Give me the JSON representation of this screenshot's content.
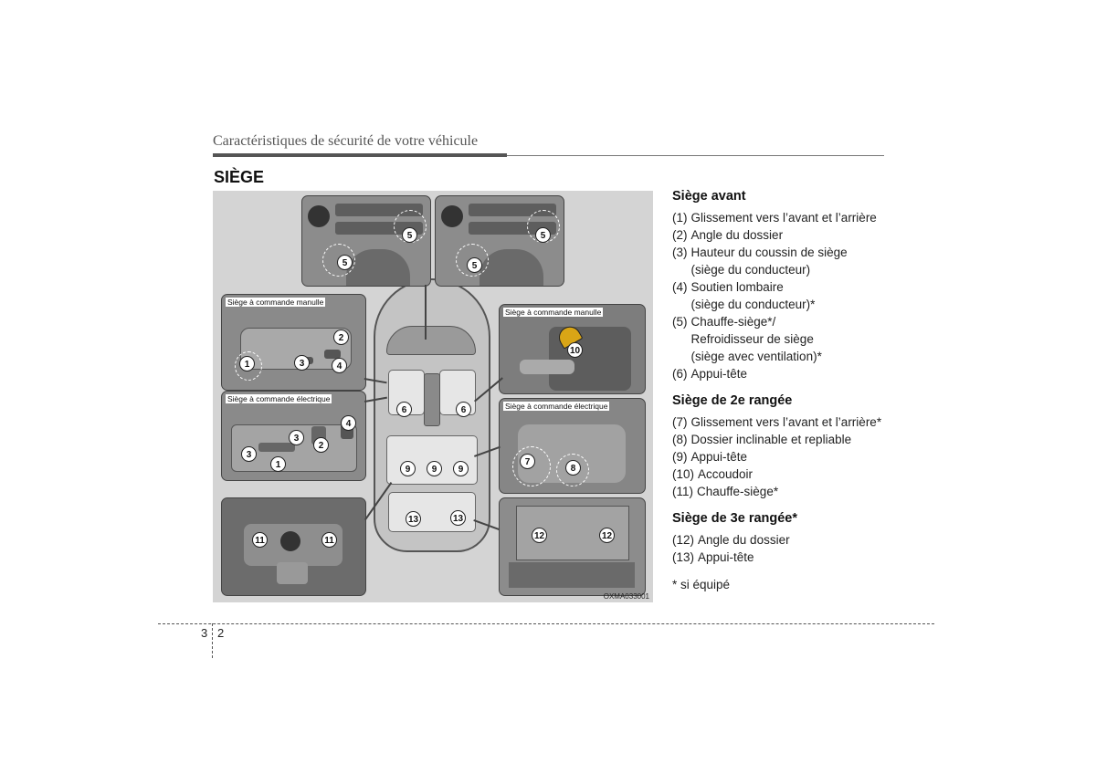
{
  "header": {
    "title": "Caractéristiques de sécurité de votre véhicule"
  },
  "section": {
    "title": "SIÈGE"
  },
  "figure": {
    "code": "OXMA033001",
    "labels": {
      "manual_left": "Siège à commande manulle",
      "electric_left": "Siège à commande électrique",
      "manual_right": "Siège à commande manulle",
      "electric_right": "Siège à commande électrique"
    },
    "callouts": [
      "1",
      "2",
      "3",
      "4",
      "5",
      "6",
      "7",
      "8",
      "9",
      "10",
      "11",
      "12",
      "13"
    ]
  },
  "groups": [
    {
      "heading": "Siège avant",
      "items": [
        {
          "num": "(1)",
          "text": "Glissement vers l’avant et l’arrière"
        },
        {
          "num": "(2)",
          "text": "Angle du dossier"
        },
        {
          "num": "(3)",
          "text": "Hauteur du coussin de siège",
          "sub": [
            "(siège du conducteur)"
          ]
        },
        {
          "num": "(4)",
          "text": "Soutien lombaire",
          "sub": [
            "(siège du conducteur)*"
          ]
        },
        {
          "num": "(5)",
          "text": "Chauffe-siège*/",
          "sub": [
            "Refroidisseur de siège",
            "(siège avec ventilation)*"
          ]
        },
        {
          "num": "(6)",
          "text": "Appui-tête"
        }
      ]
    },
    {
      "heading": "Siège de 2e rangée",
      "items": [
        {
          "num": "(7)",
          "text": "Glissement vers l’avant et l’arrière*"
        },
        {
          "num": "(8)",
          "text": "Dossier inclinable et repliable"
        },
        {
          "num": "(9)",
          "text": "Appui-tête"
        },
        {
          "num": "(10)",
          "text": "Accoudoir"
        },
        {
          "num": "(11)",
          "text": "Chauffe-siège*"
        }
      ]
    },
    {
      "heading": "Siège de 3e rangée*",
      "items": [
        {
          "num": "(12)",
          "text": "Angle du dossier"
        },
        {
          "num": "(13)",
          "text": "Appui-tête"
        }
      ]
    }
  ],
  "footnote": "* si équipé",
  "page": {
    "chapter": "3",
    "number": "2"
  }
}
